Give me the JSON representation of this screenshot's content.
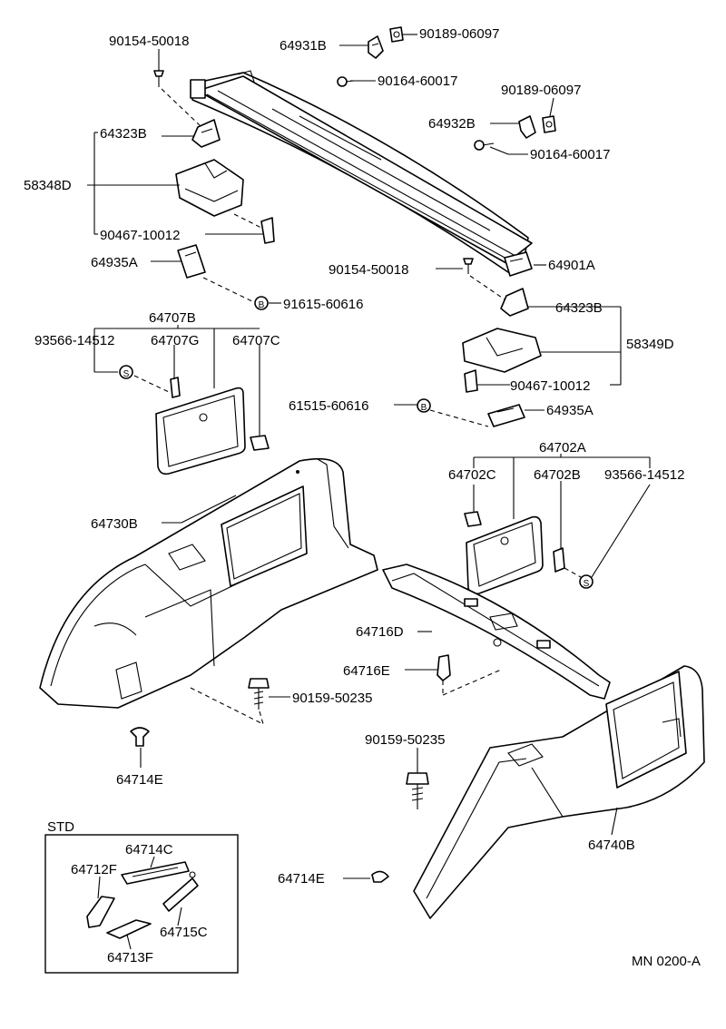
{
  "labels": {
    "l_90154_50018_a": "90154-50018",
    "l_64931B": "64931B",
    "l_90189_06097_a": "90189-06097",
    "l_90164_60017_a": "90164-60017",
    "l_90189_06097_b": "90189-06097",
    "l_64932B": "64932B",
    "l_90164_60017_b": "90164-60017",
    "l_64323B_a": "64323B",
    "l_58348D": "58348D",
    "l_90467_10012_a": "90467-10012",
    "l_64935A_a": "64935A",
    "l_90154_50018_b": "90154-50018",
    "l_64901A": "64901A",
    "l_91615_60616": "91615-60616",
    "l_64323B_b": "64323B",
    "l_64707B": "64707B",
    "l_93566_14512_a": "93566-14512",
    "l_64707G": "64707G",
    "l_64707C": "64707C",
    "l_58349D": "58349D",
    "l_90467_10012_b": "90467-10012",
    "l_61515_60616": "61515-60616",
    "l_64935A_b": "64935A",
    "l_64702A": "64702A",
    "l_64702C": "64702C",
    "l_64702B": "64702B",
    "l_93566_14512_b": "93566-14512",
    "l_64730B": "64730B",
    "l_64716D": "64716D",
    "l_64716E": "64716E",
    "l_90159_50235_a": "90159-50235",
    "l_90159_50235_b": "90159-50235",
    "l_64714E_a": "64714E",
    "l_64740B": "64740B",
    "l_64714E_b": "64714E",
    "l_std": "STD",
    "l_64714C": "64714C",
    "l_64712F": "64712F",
    "l_64715C": "64715C",
    "l_64713F": "64713F",
    "l_code": "MN 0200-A"
  },
  "circle_marks": {
    "s": "S",
    "b": "B"
  }
}
